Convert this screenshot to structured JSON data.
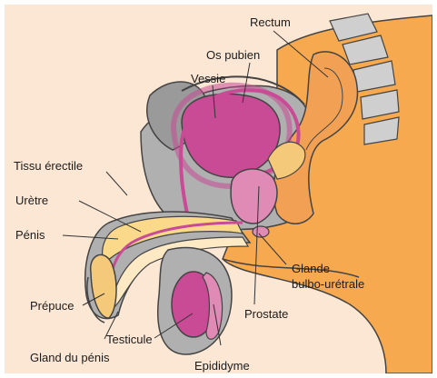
{
  "labels": {
    "rectum": "Rectum",
    "os_pubien": "Os pubien",
    "vessie": "Vessie",
    "tissu_erectile": "Tissu érectile",
    "uretre": "Urètre",
    "penis": "Pénis",
    "glande_line1": "Glande",
    "glande_line2": "bulbo-urétrale",
    "prostate": "Prostate",
    "prepuce": "Prépuce",
    "testicule": "Testicule",
    "gland_du_penis": "Gland du pénis",
    "epididyme": "Epididyme"
  },
  "colors": {
    "background": "#fbe7d4",
    "skin_orange": "#f6a94f",
    "tissue_gray": "#a8a8a8",
    "bladder_pink": "#c94a95",
    "gland_pink": "#e08ab6",
    "erectile_yellow": "#fbd98a",
    "penis_shaft_light": "#fde9c4",
    "outline": "#444444"
  }
}
